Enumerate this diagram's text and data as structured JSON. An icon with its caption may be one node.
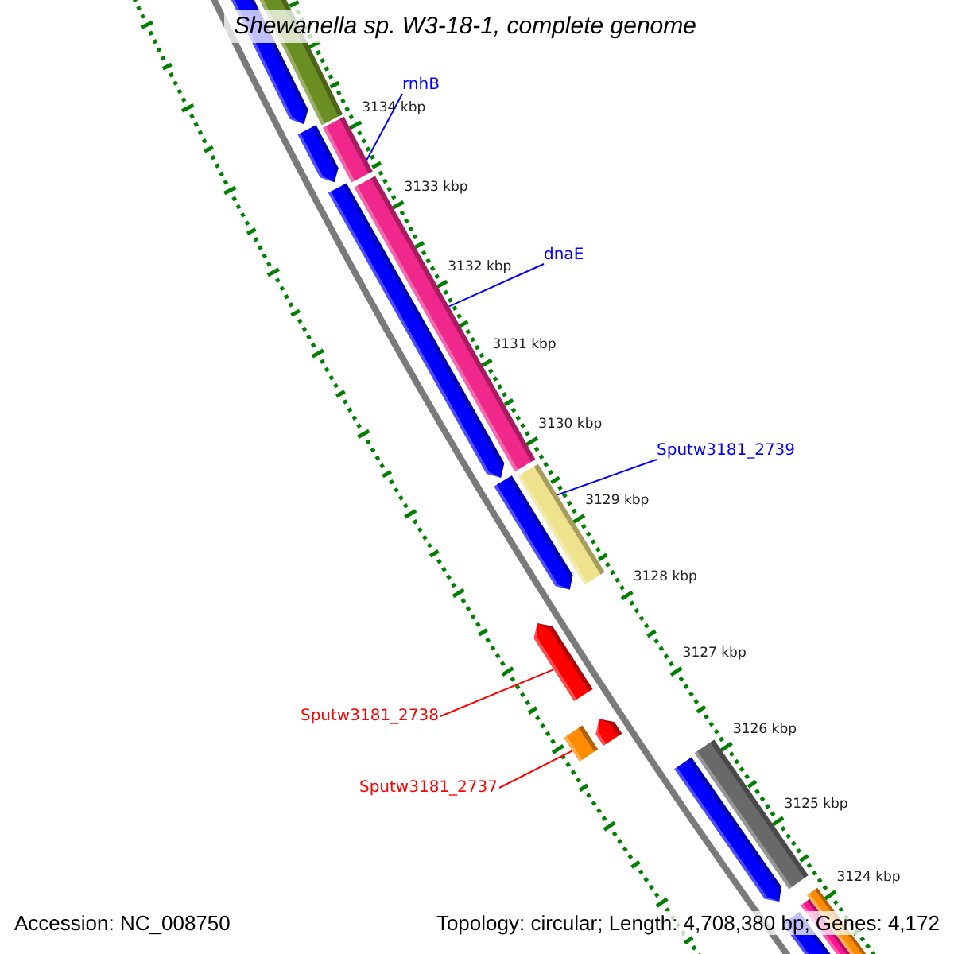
{
  "diagram": {
    "title": "Shewanella sp. W3-18-1, complete genome",
    "nodes": [
      {
        "text": [
          "rnhB"
        ]
      },
      {
        "text": [],
        "shape": "bar"
      },
      {
        "text": [
          "dnaE"
        ]
      },
      {
        "text": [],
        "shape": "bar"
      },
      {
        "text": [
          "Sputw3181_2739"
        ]
      },
      {
        "text": [],
        "shape": "bar"
      },
      {
        "text": [
          "Sputw3181_2738"
        ]
      },
      {
        "text": [],
        "shape": "bar"
      },
      {
        "text": [
          "Sputw3181_2737"
        ]
      },
      {
        "text": [],
        "shape": "bar"
      }
    ],
    "edges": [
      {
        "from": 0,
        "to": 1,
        "arrow": "none"
      },
      {
        "from": 2,
        "to": 3,
        "arrow": "none"
      },
      {
        "from": 4,
        "to": 5,
        "arrow": "none"
      },
      {
        "from": 6,
        "to": 7,
        "arrow": "none",
        "color": "#ff0000"
      },
      {
        "from": 8,
        "to": 9,
        "arrow": "none",
        "color": "#ff0000"
      }
    ],
    "labels": [
      "3134 kbp",
      "3133 kbp",
      "3132 kbp",
      "3131 kbp",
      "3130 kbp",
      "3129 kbp",
      "3128 kbp",
      "3127 kbp",
      "3126 kbp",
      "3125 kbp",
      "3124 kbp",
      "Accession: NC_008750",
      "Topology: circular; Length: 4,708,380 bp; Genes: 4,172"
    ]
  }
}
